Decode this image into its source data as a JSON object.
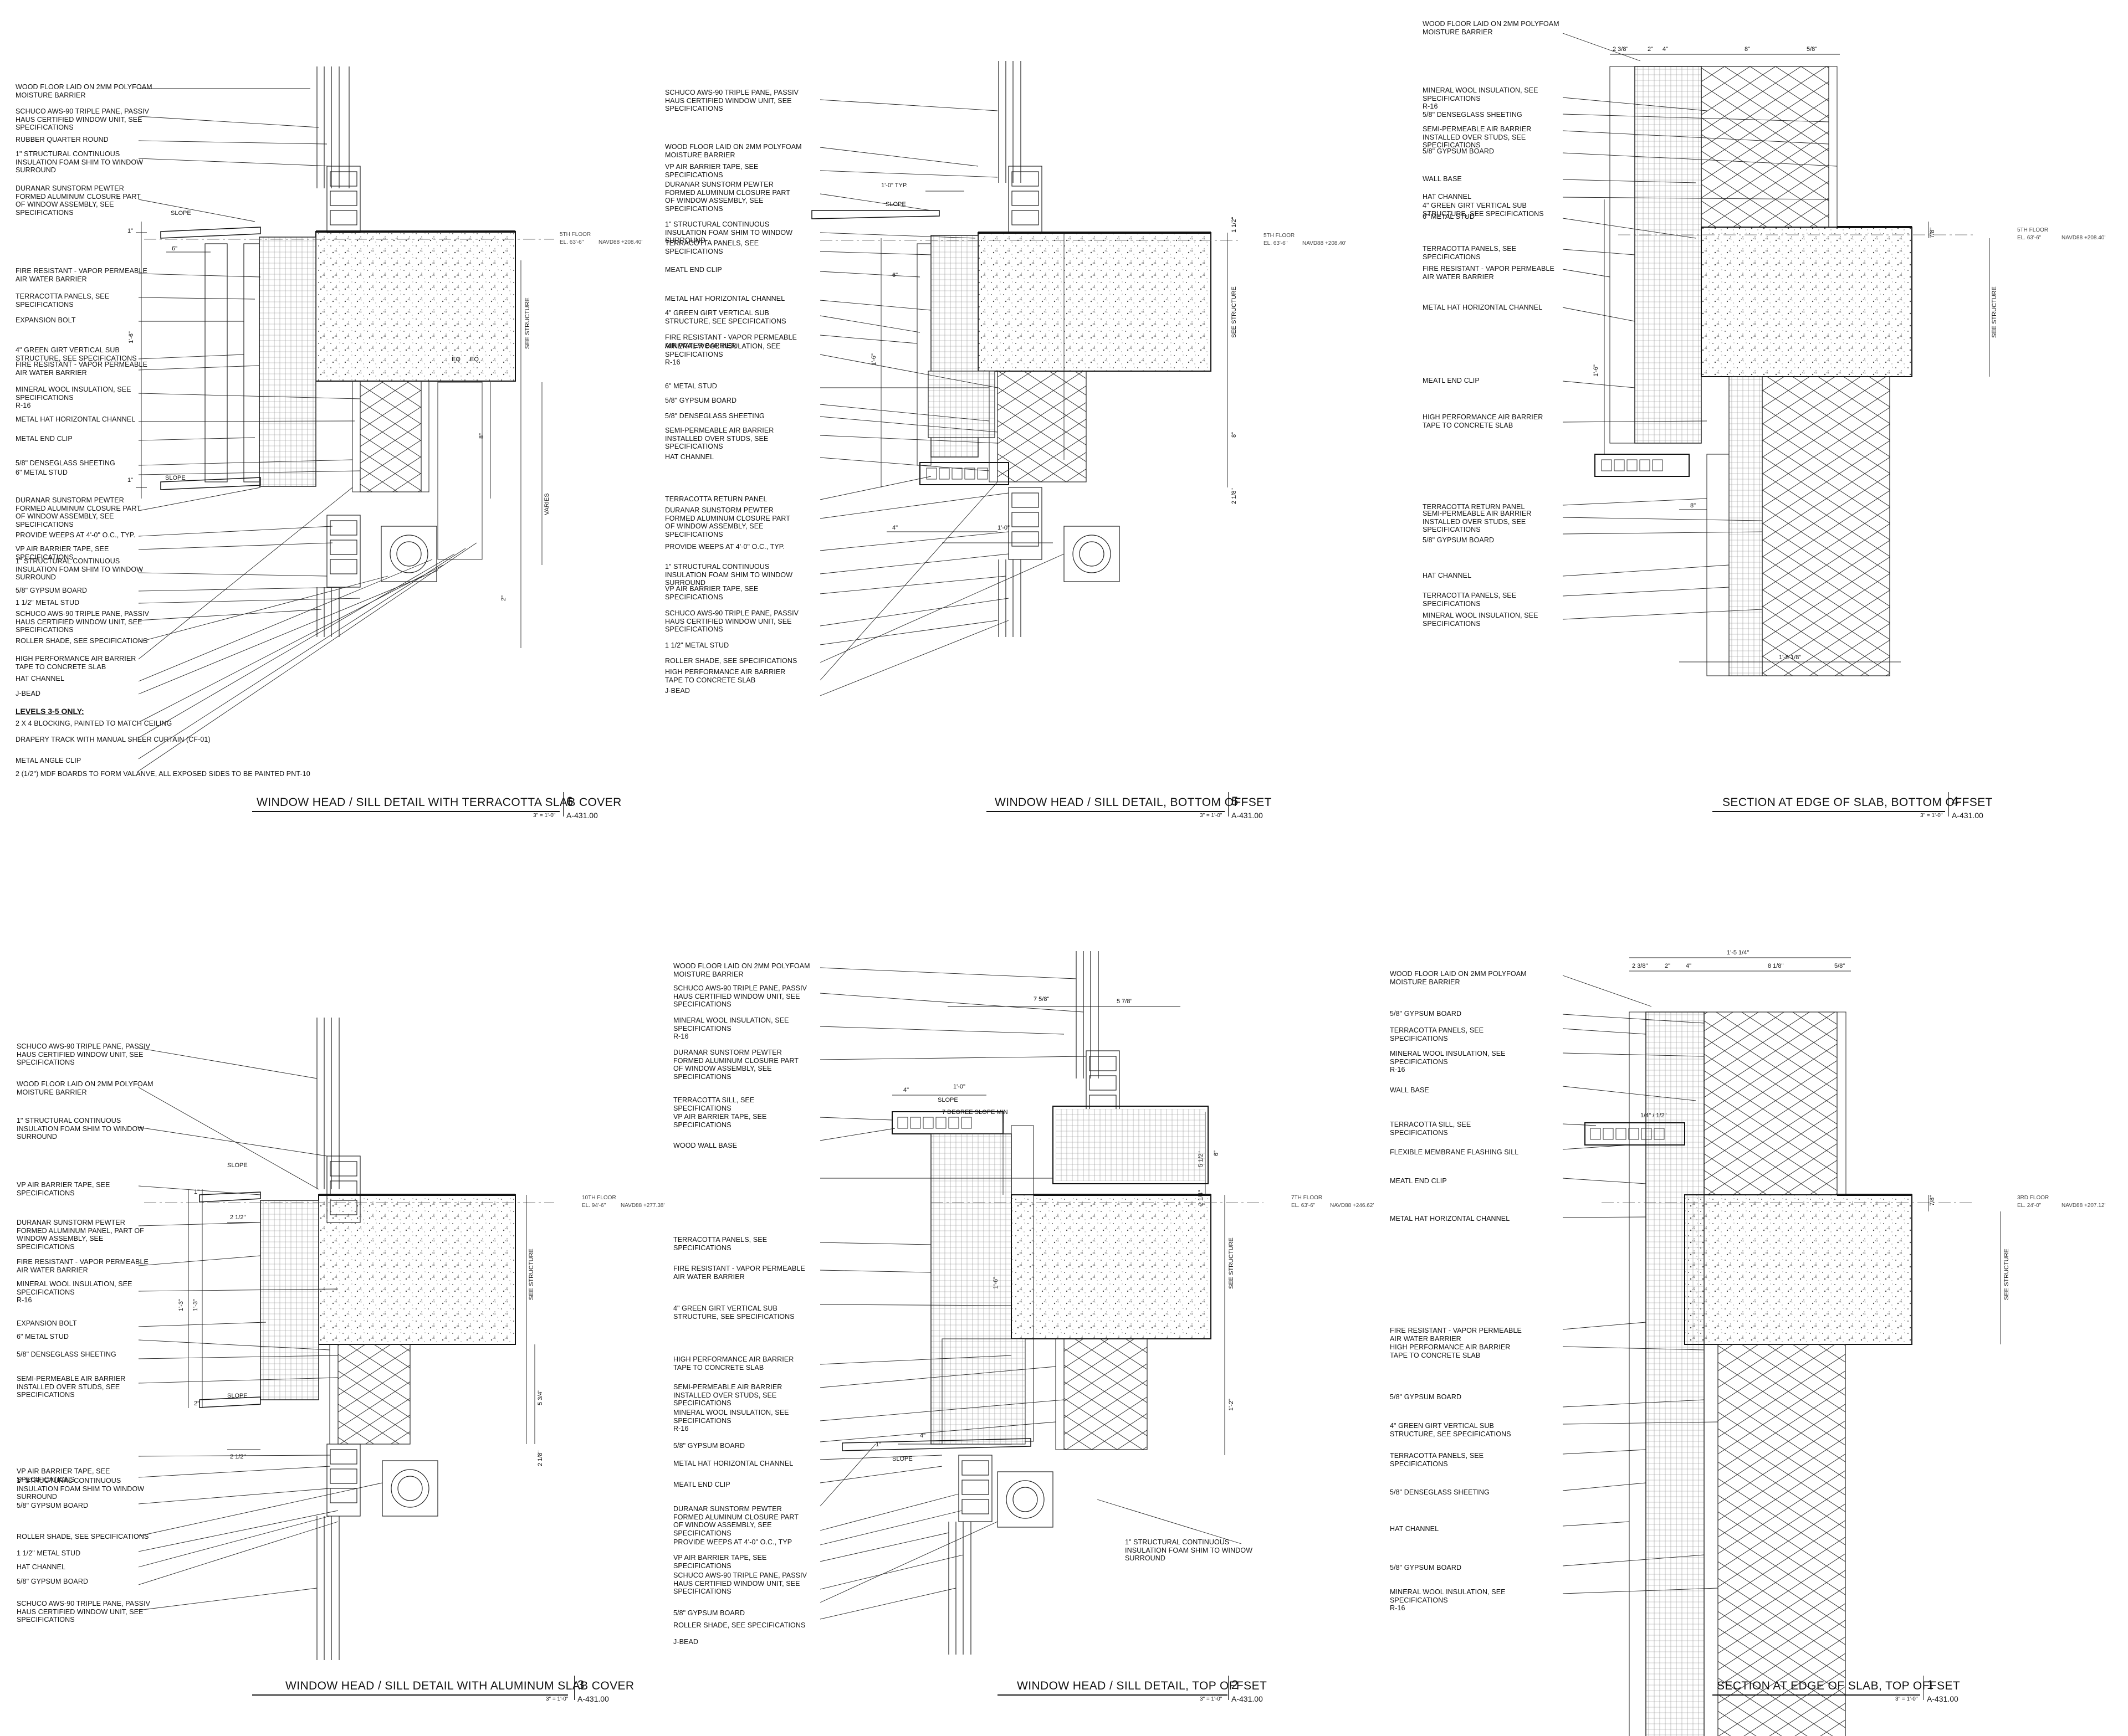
{
  "sheet": {
    "details": [
      {
        "id": "d6",
        "number": "6",
        "title": "WINDOW HEAD / SILL DETAIL WITH TERRACOTTA SLAB COVER",
        "scale": "3\" = 1'-0\"",
        "sheet": "A-431.00",
        "floor_label": "5TH FLOOR",
        "floor_elev": "EL. 63'-6\"",
        "floor_navd": "NAVD88 +208.40'",
        "subheading": "LEVELS 3-5 ONLY:",
        "notes": [
          "WOOD FLOOR LAID ON 2MM POLYFOAM\nMOISTURE BARRIER",
          "SCHUCO AWS-90 TRIPLE PANE, PASSIV\nHAUS CERTIFIED WINDOW UNIT, SEE\nSPECIFICATIONS",
          "RUBBER QUARTER ROUND",
          "1\" STRUCTURAL CONTINUOUS\nINSULATION FOAM SHIM TO WINDOW\nSURROUND",
          "DURANAR SUNSTORM PEWTER\nFORMED ALUMINUM CLOSURE PART\nOF WINDOW ASSEMBLY, SEE\nSPECIFICATIONS",
          "FIRE RESISTANT - VAPOR PERMEABLE\nAIR WATER BARRIER",
          "TERRACOTTA PANELS, SEE\nSPECIFICATIONS",
          "EXPANSION BOLT",
          "4\" GREEN GIRT VERTICAL SUB\nSTRUCTURE, SEE SPECIFICATIONS",
          "FIRE RESISTANT - VAPOR PERMEABLE\nAIR WATER BARRIER",
          "MINERAL WOOL INSULATION, SEE\nSPECIFICATIONS\nR-16",
          "METAL HAT HORIZONTAL CHANNEL",
          "METAL END CLIP",
          "5/8\" DENSEGLASS SHEETING",
          "6\" METAL STUD",
          "DURANAR SUNSTORM PEWTER\nFORMED ALUMINUM CLOSURE PART\nOF WINDOW ASSEMBLY, SEE\nSPECIFICATIONS",
          "PROVIDE WEEPS AT 4'-0\" O.C., TYP.",
          "VP AIR BARRIER TAPE, SEE\nSPECIFICATIONS",
          "1\" STRUCTURAL CONTINUOUS\nINSULATION FOAM SHIM TO WINDOW\nSURROUND",
          "5/8\" GYPSUM BOARD",
          "1 1/2\" METAL STUD",
          "SCHUCO AWS-90 TRIPLE PANE, PASSIV\nHAUS CERTIFIED WINDOW UNIT, SEE\nSPECIFICATIONS",
          "ROLLER SHADE, SEE SPECIFICATIONS",
          "HIGH PERFORMANCE AIR BARRIER\nTAPE TO CONCRETE SLAB",
          "HAT CHANNEL",
          "J-BEAD"
        ],
        "notes_after": [
          "2 X 4 BLOCKING, PAINTED TO MATCH CEILING",
          "DRAPERY TRACK WITH MANUAL SHEER CURTAIN (CF-01)",
          "METAL ANGLE CLIP",
          "2 (1/2\") MDF BOARDS TO FORM VALANVE, ALL EXPOSED SIDES TO BE PAINTED PNT-10"
        ],
        "dims": [
          "SLOPE",
          "1\"",
          "6\"",
          "1'-6\"",
          "SLOPE",
          "1\"",
          "EQ",
          "EQ",
          "8\"",
          "VARIES",
          "2\"",
          "SEE STRUCTURE"
        ]
      },
      {
        "id": "d5",
        "number": "5",
        "title": "WINDOW HEAD / SILL DETAIL, BOTTOM OFFSET",
        "scale": "3\" = 1'-0\"",
        "sheet": "A-431.00",
        "floor_label": "5TH FLOOR",
        "floor_elev": "EL. 63'-6\"",
        "floor_navd": "NAVD88 +208.40'",
        "notes": [
          "SCHUCO AWS-90 TRIPLE PANE, PASSIV\nHAUS CERTIFIED WINDOW UNIT, SEE\nSPECIFICATIONS",
          "WOOD FLOOR LAID ON 2MM POLYFOAM\nMOISTURE BARRIER",
          "VP AIR BARRIER TAPE, SEE\nSPECIFICATIONS",
          "DURANAR SUNSTORM PEWTER\nFORMED ALUMINUM CLOSURE PART\nOF WINDOW ASSEMBLY, SEE\nSPECIFICATIONS",
          "1\" STRUCTURAL CONTINUOUS\nINSULATION FOAM SHIM TO WINDOW\nSURROUND",
          "TERRACOTTA PANELS, SEE\nSPECIFICATIONS",
          "MEATL END CLIP",
          "METAL HAT HORIZONTAL CHANNEL",
          "4\" GREEN GIRT VERTICAL SUB\nSTRUCTURE, SEE SPECIFICATIONS",
          "FIRE RESISTANT - VAPOR PERMEABLE\nAIR WATER BARRIER",
          "MINERAL WOOL INSULATION, SEE\nSPECIFICATIONS\nR-16",
          "6\" METAL STUD",
          "5/8\" GYPSUM BOARD",
          "5/8\" DENSEGLASS SHEETING",
          "SEMI-PERMEABLE AIR BARRIER\nINSTALLED OVER STUDS, SEE\nSPECIFICATIONS",
          "HAT CHANNEL",
          "TERRACOTTA RETURN PANEL",
          "DURANAR SUNSTORM PEWTER\nFORMED ALUMINUM CLOSURE PART\nOF WINDOW ASSEMBLY, SEE\nSPECIFICATIONS",
          "PROVIDE WEEPS AT 4'-0\" O.C., TYP.",
          "1\" STRUCTURAL CONTINUOUS\nINSULATION FOAM SHIM TO WINDOW\nSURROUND",
          "VP AIR BARRIER TAPE, SEE\nSPECIFICATIONS",
          "SCHUCO AWS-90 TRIPLE PANE, PASSIV\nHAUS CERTIFIED WINDOW UNIT, SEE\nSPECIFICATIONS",
          "1 1/2\" METAL STUD",
          "ROLLER SHADE, SEE SPECIFICATIONS",
          "HIGH PERFORMANCE AIR BARRIER\nTAPE TO CONCRETE SLAB",
          "J-BEAD"
        ],
        "dims": [
          "1'-0\" TYP.",
          "SLOPE",
          "6\"",
          "1'-6\"",
          "4\"",
          "1'-0\"",
          "1 1/2\"",
          "SEE STRUCTURE",
          "8\"",
          "2 1/8\""
        ]
      },
      {
        "id": "d4",
        "number": "4",
        "title": "SECTION AT EDGE OF SLAB, BOTTOM OFFSET",
        "scale": "3\" = 1'-0\"",
        "sheet": "A-431.00",
        "floor_label": "5TH FLOOR",
        "floor_elev": "EL. 63'-6\"",
        "floor_navd": "NAVD88 +208.40'",
        "notes": [
          "WOOD FLOOR LAID ON 2MM POLYFOAM\nMOISTURE BARRIER",
          "MINERAL WOOL INSULATION, SEE\nSPECIFICATIONS\nR-16",
          "5/8\" DENSEGLASS SHEETING",
          "SEMI-PERMEABLE AIR BARRIER\nINSTALLED OVER STUDS, SEE\nSPECIFICATIONS",
          "5/8\" GYPSUM BOARD",
          "WALL BASE",
          "HAT CHANNEL",
          "4\" GREEN GIRT VERTICAL SUB\nSTRUCTURE, SEE SPECIFICATIONS",
          "6\" METAL STUD",
          "TERRACOTTA PANELS, SEE\nSPECIFICATIONS",
          "FIRE RESISTANT - VAPOR PERMEABLE\nAIR WATER BARRIER",
          "METAL HAT HORIZONTAL CHANNEL",
          "MEATL END CLIP",
          "HIGH PERFORMANCE AIR BARRIER\nTAPE TO CONCRETE SLAB",
          "TERRACOTTA RETURN PANEL",
          "SEMI-PERMEABLE AIR BARRIER\nINSTALLED OVER STUDS, SEE\nSPECIFICATIONS",
          "5/8\" GYPSUM BOARD",
          "HAT CHANNEL",
          "TERRACOTTA PANELS, SEE\nSPECIFICATIONS",
          "MINERAL WOOL INSULATION, SEE\nSPECIFICATIONS"
        ],
        "dims": [
          "2 3/8\"",
          "2\"",
          "4\"",
          "8\"",
          "5/8\"",
          "7/8\"",
          "1'-6\"",
          "8\"",
          "1'-5 1/8\"",
          "SEE STRUCTURE"
        ]
      },
      {
        "id": "d3",
        "number": "3",
        "title": "WINDOW HEAD / SILL DETAIL WITH ALUMINUM SLAB COVER",
        "scale": "3\" = 1'-0\"",
        "sheet": "A-431.00",
        "floor_label": "10TH FLOOR",
        "floor_elev": "EL. 94'-6\"",
        "floor_navd": "NAVD88 +277.38'",
        "notes": [
          "SCHUCO AWS-90 TRIPLE PANE, PASSIV\nHAUS CERTIFIED WINDOW UNIT, SEE\nSPECIFICATIONS",
          "WOOD FLOOR LAID ON 2MM POLYFOAM\nMOISTURE BARRIER",
          "1\" STRUCTURAL CONTINUOUS\nINSULATION FOAM SHIM TO WINDOW\nSURROUND",
          "VP AIR BARRIER TAPE, SEE\nSPECIFICATIONS",
          "DURANAR SUNSTORM PEWTER\nFORMED ALUMINUM PANEL, PART OF\nWINDOW ASSEMBLY, SEE\nSPECIFICATIONS",
          "FIRE RESISTANT - VAPOR PERMEABLE\nAIR WATER BARRIER",
          "MINERAL WOOL INSULATION, SEE\nSPECIFICATIONS\nR-16",
          "EXPANSION BOLT",
          "6\" METAL STUD",
          "5/8\" DENSEGLASS SHEETING",
          "SEMI-PERMEABLE AIR BARRIER\nINSTALLED OVER STUDS, SEE\nSPECIFICATIONS",
          "VP AIR BARRIER TAPE, SEE\nSPECIFICATIONS",
          "1\" STRUCTURAL CONTINUOUS\nINSULATION FOAM SHIM TO WINDOW\nSURROUND",
          "5/8\" GYPSUM BOARD",
          "ROLLER SHADE, SEE SPECIFICATIONS",
          "1 1/2\" METAL STUD",
          "HAT CHANNEL",
          "5/8\" GYPSUM BOARD",
          "SCHUCO AWS-90 TRIPLE PANE, PASSIV\nHAUS CERTIFIED WINDOW UNIT, SEE\nSPECIFICATIONS"
        ],
        "dims": [
          "SLOPE",
          "1\"",
          "2 1/2\"",
          "1'-3\"",
          "1'-3\"",
          "SLOPE",
          "2\"",
          "2 1/2\"",
          "SEE STRUCTURE",
          "5 3/4\"",
          "2 1/8\""
        ]
      },
      {
        "id": "d2",
        "number": "2",
        "title": "WINDOW HEAD / SILL DETAIL, TOP OFFSET",
        "scale": "3\" = 1'-0\"",
        "sheet": "A-431.00",
        "floor_label": "7TH FLOOR",
        "floor_elev": "EL. 63'-6\"",
        "floor_navd": "NAVD88 +246.62'",
        "notes": [
          "WOOD FLOOR LAID ON 2MM POLYFOAM\nMOISTURE BARRIER",
          "SCHUCO AWS-90 TRIPLE PANE, PASSIV\nHAUS CERTIFIED WINDOW UNIT, SEE\nSPECIFICATIONS",
          "MINERAL WOOL INSULATION, SEE\nSPECIFICATIONS\nR-16",
          "DURANAR SUNSTORM PEWTER\nFORMED ALUMINUM CLOSURE PART\nOF WINDOW ASSEMBLY, SEE\nSPECIFICATIONS",
          "TERRACOTTA SILL, SEE\nSPECIFICATIONS",
          "VP AIR BARRIER TAPE, SEE\nSPECIFICATIONS",
          "WOOD WALL BASE",
          "TERRACOTTA PANELS, SEE\nSPECIFICATIONS",
          "FIRE RESISTANT - VAPOR PERMEABLE\nAIR WATER BARRIER",
          "4\" GREEN GIRT VERTICAL SUB\nSTRUCTURE, SEE SPECIFICATIONS",
          "HIGH PERFORMANCE AIR BARRIER\nTAPE TO CONCRETE SLAB",
          "SEMI-PERMEABLE AIR BARRIER\nINSTALLED OVER STUDS, SEE\nSPECIFICATIONS",
          "MINERAL WOOL INSULATION, SEE\nSPECIFICATIONS\nR-16",
          "5/8\" GYPSUM BOARD",
          "METAL HAT HORIZONTAL CHANNEL",
          "MEATL END CLIP",
          "DURANAR SUNSTORM PEWTER\nFORMED ALUMINUM CLOSURE PART\nOF WINDOW ASSEMBLY, SEE\nSPECIFICATIONS",
          "PROVIDE WEEPS AT 4'-0\" O.C., TYP",
          "VP AIR BARRIER TAPE, SEE\nSPECIFICATIONS",
          "SCHUCO AWS-90 TRIPLE PANE, PASSIV\nHAUS CERTIFIED WINDOW UNIT, SEE\nSPECIFICATIONS",
          "5/8\" GYPSUM BOARD",
          "ROLLER SHADE, SEE SPECIFICATIONS",
          "J-BEAD"
        ],
        "right_note": "1\" STRUCTURAL CONTINUOUS\nINSULATION FOAM SHIM TO WINDOW\nSURROUND",
        "dims": [
          "7 5/8\"",
          "5 7/8\"",
          "4\"",
          "1'-0\"",
          "SLOPE",
          "7 DEGREE SLOPE MIN",
          "6\"",
          "5 1/2\"",
          "2 1/4\"",
          "1'-6\"",
          "SEE STRUCTURE",
          "1'-2\"",
          "4\"",
          "SLOPE",
          "1\""
        ]
      },
      {
        "id": "d1",
        "number": "1",
        "title": "SECTION AT EDGE OF SLAB, TOP OFFSET",
        "scale": "3\" = 1'-0\"",
        "sheet": "A-431.00",
        "floor_label": "3RD FLOOR",
        "floor_elev": "EL. 24'-0\"",
        "floor_navd": "NAVD88 +207.12'",
        "notes": [
          "WOOD FLOOR LAID ON 2MM POLYFOAM\nMOISTURE BARRIER",
          "5/8\" GYPSUM BOARD",
          "TERRACOTTA PANELS, SEE\nSPECIFICATIONS",
          "MINERAL WOOL INSULATION, SEE\nSPECIFICATIONS\nR-16",
          "WALL BASE",
          "TERRACOTTA SILL, SEE\nSPECIFICATIONS",
          "FLEXIBLE MEMBRANE FLASHING SILL",
          "MEATL END CLIP",
          "METAL HAT HORIZONTAL CHANNEL",
          "FIRE RESISTANT - VAPOR PERMEABLE\nAIR WATER BARRIER",
          "HIGH PERFORMANCE AIR BARRIER\nTAPE TO CONCRETE SLAB",
          "5/8\" GYPSUM BOARD",
          "4\" GREEN GIRT VERTICAL SUB\nSTRUCTURE, SEE SPECIFICATIONS",
          "TERRACOTTA PANELS, SEE\nSPECIFICATIONS",
          "5/8\" DENSEGLASS SHEETING",
          "HAT CHANNEL",
          "5/8\" GYPSUM BOARD",
          "MINERAL WOOL INSULATION, SEE\nSPECIFICATIONS\nR-16"
        ],
        "dims": [
          "1'-5 1/4\"",
          "2 3/8\"",
          "2\"",
          "4\"",
          "8 1/8\"",
          "5/8\"",
          "1/4\" / 1/2\"",
          "7/8\"",
          "SEE STRUCTURE"
        ]
      }
    ]
  }
}
